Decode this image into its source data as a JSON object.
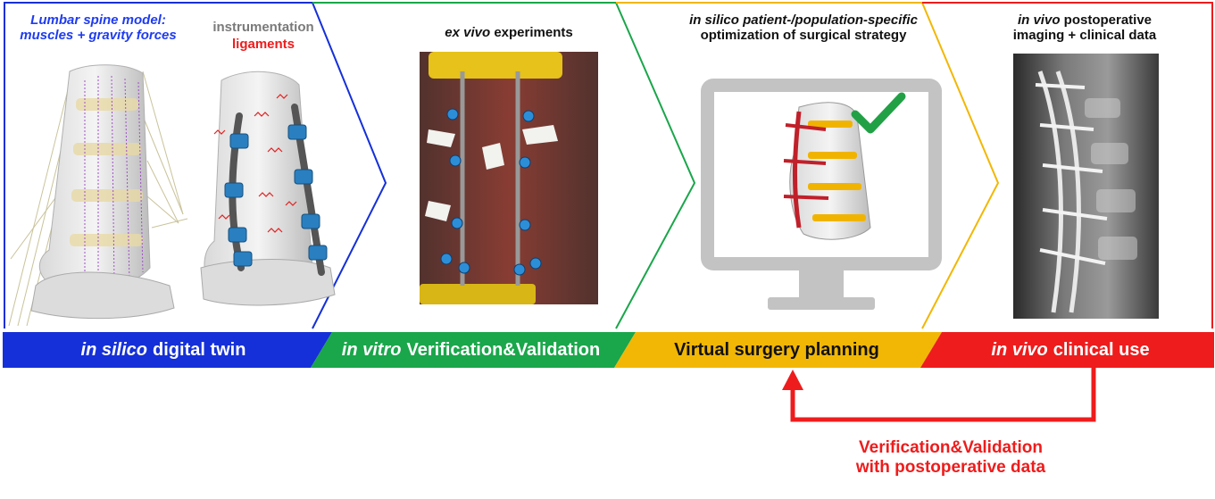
{
  "panels": [
    {
      "id": "silico",
      "title_italic": "Lumbar spine model:",
      "title_line2": "muscles + gravity forces",
      "label_instr": "instrumentation",
      "label_lig": "ligaments",
      "bar_italic": "in silico",
      "bar_rest": "digital twin",
      "color": "#1530d8"
    },
    {
      "id": "vitro",
      "caption_italic": "ex vivo",
      "caption_rest": "experiments",
      "bar_italic": "in vitro",
      "bar_rest": "Verification&Validation",
      "color": "#1aa64a"
    },
    {
      "id": "planning",
      "caption_line1": "in silico patient-/population-specific",
      "caption_line2": "optimization of surgical strategy",
      "bar_text": "Virtual surgery planning",
      "color": "#f2b705"
    },
    {
      "id": "vivo",
      "caption_italic": "in vivo",
      "caption_rest": "postoperative",
      "caption_line2": "imaging + clinical data",
      "bar_italic": "in vivo",
      "bar_rest": "clinical use",
      "color": "#ee1c1c"
    }
  ],
  "feedback": {
    "line1": "Verification&Validation",
    "line2": "with postoperative data",
    "color": "#ee1c1c"
  },
  "icons": {
    "check": "check-icon",
    "monitor": "monitor-icon"
  }
}
